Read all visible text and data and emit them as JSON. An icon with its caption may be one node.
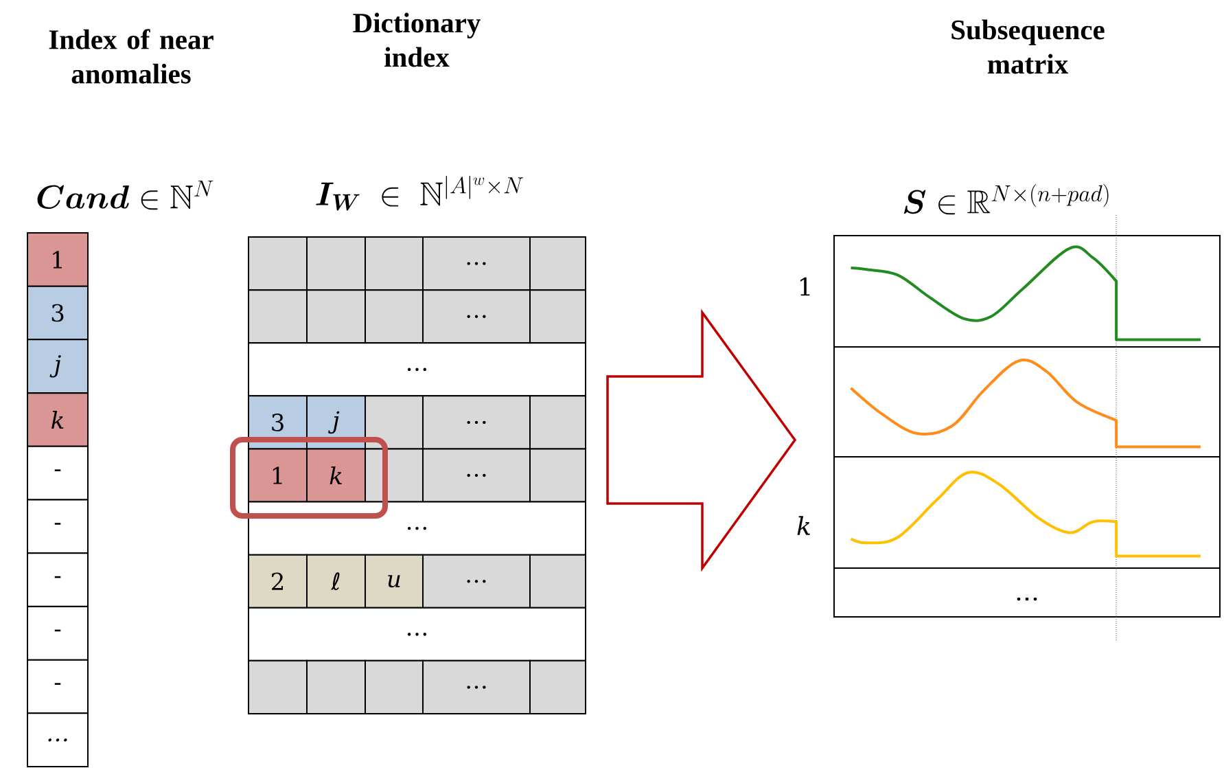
{
  "diagram": {
    "nodes": [
      {
        "text": [
          "Index of near anomalies",
          "\\boldsymbol{Cand} \\in \\mathbb{N}^{N}"
        ]
      },
      {
        "text": [
          "Dictionary index",
          "\\boldsymbol{I_W} \\;\\in\\; \\mathbb{N}^{|A|^{w} \\times N}"
        ]
      },
      {
        "text": [
          "Subsequence matrix",
          "\\boldsymbol{S} \\in \\mathbb{R}^{N \\times (n+pad)}"
        ]
      }
    ],
    "edges": [
      {
        "from": 1,
        "to": 2,
        "arrow": "to",
        "style": "thick",
        "color": "#c00000"
      }
    ],
    "labels": [
      "1",
      "3",
      "j",
      "k",
      "-",
      "-",
      "-",
      "-",
      "-",
      "…",
      "…",
      "…",
      "…",
      "3",
      "j",
      "…",
      "1",
      "k",
      "…",
      "…",
      "2",
      "ℓ",
      "u",
      "…",
      "…",
      "…",
      "1",
      "k",
      "…"
    ]
  }
}
